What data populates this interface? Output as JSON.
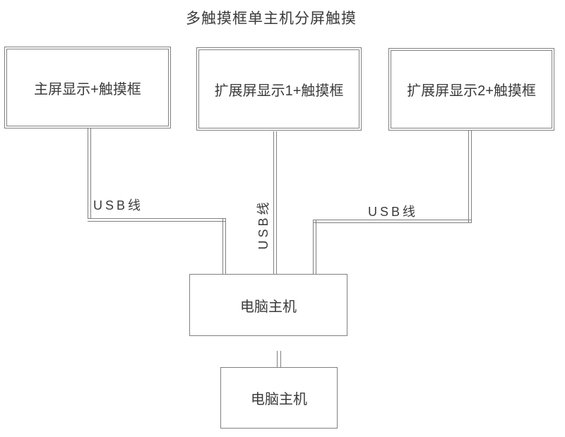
{
  "title": "多触摸框单主机分屏触摸",
  "colors": {
    "line": "#808080",
    "text": "#3b3b3b",
    "background": "#ffffff"
  },
  "nodes": {
    "monitors": [
      {
        "label": "主屏显示+触摸框"
      },
      {
        "label": "扩展屏显示1+触摸框"
      },
      {
        "label": "扩展屏显示2+触摸框"
      }
    ],
    "host": {
      "label": "电脑主机"
    },
    "secondary_host": {
      "label": "电脑主机"
    }
  },
  "cables": {
    "left": {
      "label": "USB线"
    },
    "middle": {
      "label": "USB线"
    },
    "right": {
      "label": "USB线"
    }
  }
}
